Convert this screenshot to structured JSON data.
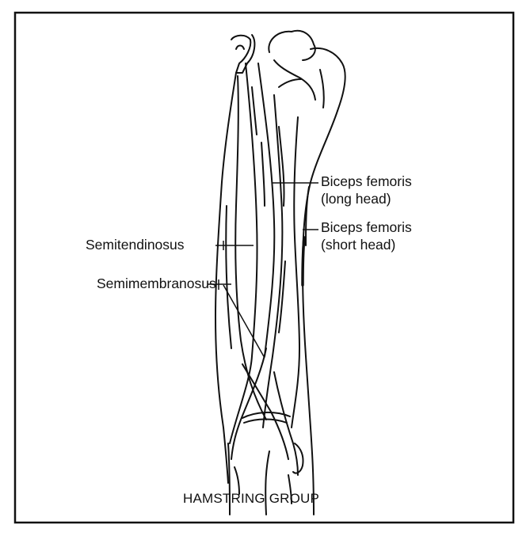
{
  "figure": {
    "caption": "HAMSTRING GROUP",
    "labels": {
      "biceps_long_line1": "Biceps femoris",
      "biceps_long_line2": "(long head)",
      "biceps_short_line1": "Biceps femoris",
      "biceps_short_line2": "(short head)",
      "semitendinosus": "Semitendinosus",
      "semimembranosus": "Semimembranosus"
    },
    "colors": {
      "ink": "#111111",
      "background": "#ffffff"
    }
  }
}
